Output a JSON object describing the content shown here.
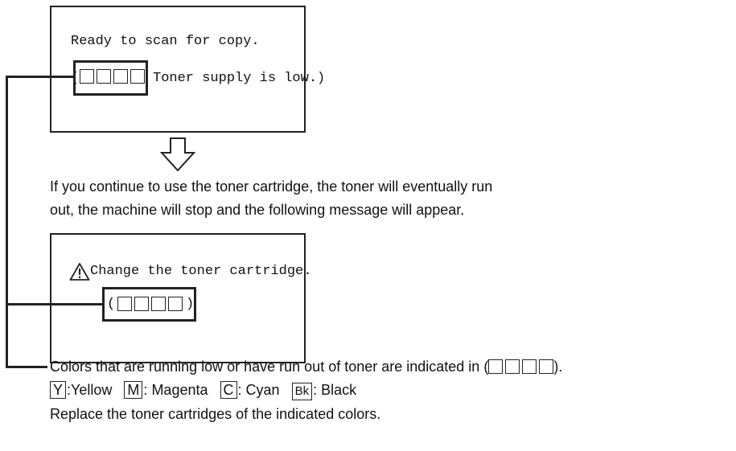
{
  "panel1": {
    "line1": "Ready to scan for copy.",
    "paren_open": "(",
    "message": "Toner supply is low.)"
  },
  "arrow": {
    "name": "down-arrow-icon"
  },
  "explanation": {
    "line1": "If you continue to use the toner cartridge, the toner will eventually run",
    "line2": "out, the machine will stop and the following message will appear."
  },
  "panel2": {
    "line1": "Change the toner cartridge.",
    "paren_open": "(",
    "paren_close": ")",
    "icon": "warning-triangle-icon"
  },
  "notes": {
    "line1_text": "Colors that are running low or have run out of toner are indicated in (",
    "line1_end": ").",
    "legend": [
      {
        "key": "Y",
        "sep": ":",
        "label": "Yellow"
      },
      {
        "key": "M",
        "sep": ": ",
        "label": "Magenta"
      },
      {
        "key": "C",
        "sep": ": ",
        "label": "Cyan"
      },
      {
        "key": "Bk",
        "sep": ": ",
        "label": "Black"
      }
    ],
    "line3": "Replace the toner cartridges of the indicated colors."
  }
}
